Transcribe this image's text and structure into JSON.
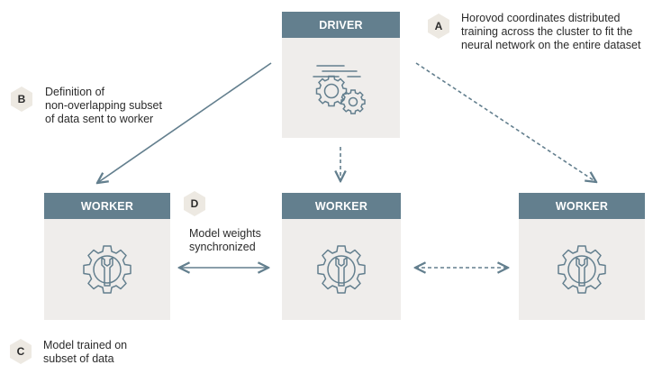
{
  "driver": {
    "label": "DRIVER",
    "icon": "gears-icon"
  },
  "workers": [
    {
      "label": "WORKER",
      "icon": "wrench-gear-icon"
    },
    {
      "label": "WORKER",
      "icon": "wrench-gear-icon"
    },
    {
      "label": "WORKER",
      "icon": "wrench-gear-icon"
    }
  ],
  "annotations": {
    "a": {
      "badge": "A",
      "text": "Horovod coordinates distributed\ntraining across the cluster to fit the\nneural network on the entire dataset"
    },
    "b": {
      "badge": "B",
      "text": "Definition of\nnon-overlapping subset\nof data sent to worker"
    },
    "c": {
      "badge": "C",
      "text": "Model trained on\nsubset of data"
    },
    "d": {
      "badge": "D",
      "text": "Model weights\nsynchronized"
    }
  },
  "colors": {
    "header": "#637f8e",
    "box": "#efedeb",
    "arrow": "#637f8e",
    "badge": "#ede9e2"
  }
}
